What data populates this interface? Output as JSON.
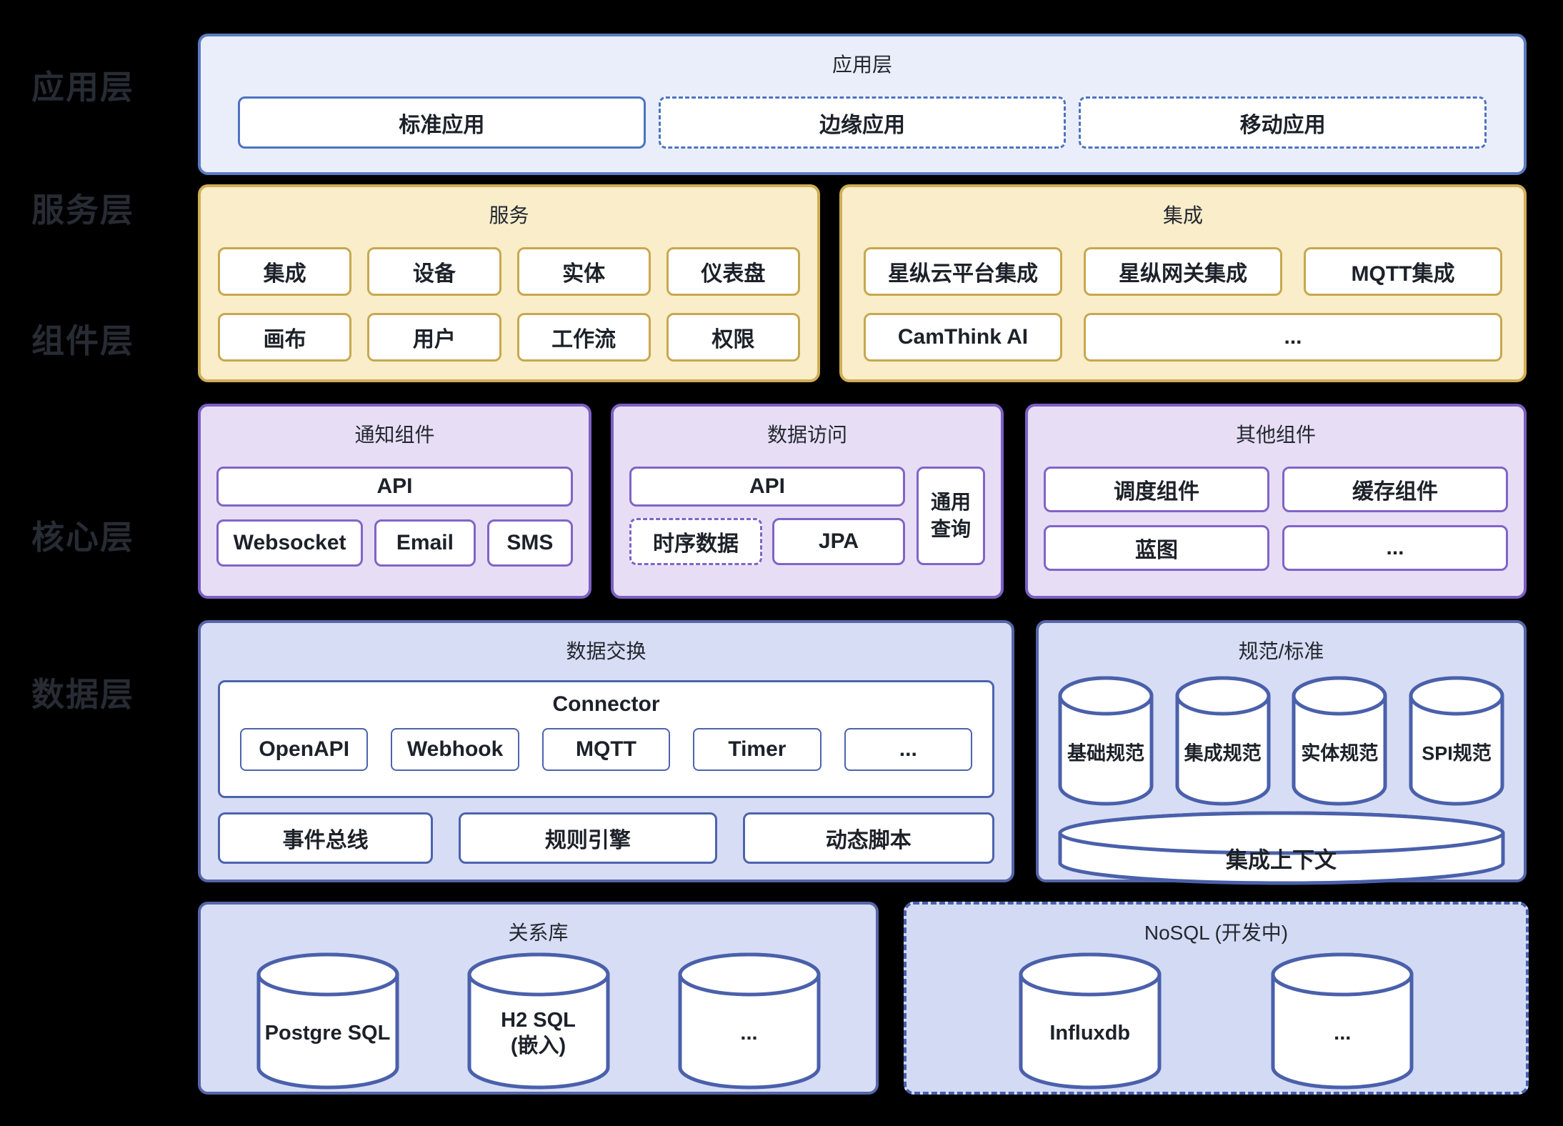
{
  "side_labels": {
    "app": "应用层",
    "service": "服务层",
    "component": "组件层",
    "core": "核心层",
    "data": "数据层"
  },
  "app_layer": {
    "title": "应用层",
    "boxes": [
      {
        "label": "标准应用",
        "border": "solid"
      },
      {
        "label": "边缘应用",
        "border": "dashed"
      },
      {
        "label": "移动应用",
        "border": "dashed"
      }
    ]
  },
  "service_layer": {
    "service_group": {
      "title": "服务",
      "row1": [
        "集成",
        "设备",
        "实体",
        "仪表盘"
      ],
      "row2": [
        "画布",
        "用户",
        "工作流",
        "权限"
      ]
    },
    "integration_group": {
      "title": "集成",
      "row1": [
        "星纵云平台集成",
        "星纵网关集成",
        "MQTT集成"
      ],
      "row2": [
        "CamThink AI",
        "..."
      ]
    }
  },
  "component_layer": {
    "notification": {
      "title": "通知组件",
      "api": "API",
      "row": [
        "Websocket",
        "Email",
        "SMS"
      ]
    },
    "data_access": {
      "title": "数据访问",
      "api": "API",
      "timeseries": "时序数据",
      "jpa": "JPA",
      "generic_query": "通用\n查询"
    },
    "other": {
      "title": "其他组件",
      "row1": [
        "调度组件",
        "缓存组件"
      ],
      "row2": [
        "蓝图",
        "..."
      ]
    }
  },
  "core_layer": {
    "data_exchange": {
      "title": "数据交换",
      "connector": {
        "title": "Connector",
        "items": [
          "OpenAPI",
          "Webhook",
          "MQTT",
          "Timer",
          "..."
        ]
      },
      "bottom": [
        "事件总线",
        "规则引擎",
        "动态脚本"
      ]
    },
    "standards": {
      "title": "规范/标准",
      "cylinders": [
        "基础规范",
        "集成规范",
        "实体规范",
        "SPI规范"
      ],
      "context": "集成上下文"
    }
  },
  "data_layer": {
    "relational": {
      "title": "关系库",
      "cylinders": [
        "Postgre SQL",
        "H2 SQL\n(嵌入)",
        "..."
      ]
    },
    "nosql": {
      "title": "NoSQL (开发中)",
      "cylinders": [
        "Influxdb",
        "..."
      ]
    }
  },
  "colors": {
    "background": "#000000",
    "side_label_text": "#272b34",
    "box_text": "#1d2129",
    "app_bg": "#e9eefa",
    "app_border": "#5b7ac2",
    "app_box_border": "#4d73c2",
    "service_bg": "#f9edca",
    "service_border": "#d0ae55",
    "service_box_border": "#c8a84e",
    "component_bg": "#e7def6",
    "component_border": "#7c5fc3",
    "component_box_border": "#8164c6",
    "core_bg": "#d7ddf4",
    "core_border": "#5565a8",
    "core_box_border": "#4d63ad",
    "cylinder_stroke": "#4a60ab"
  }
}
